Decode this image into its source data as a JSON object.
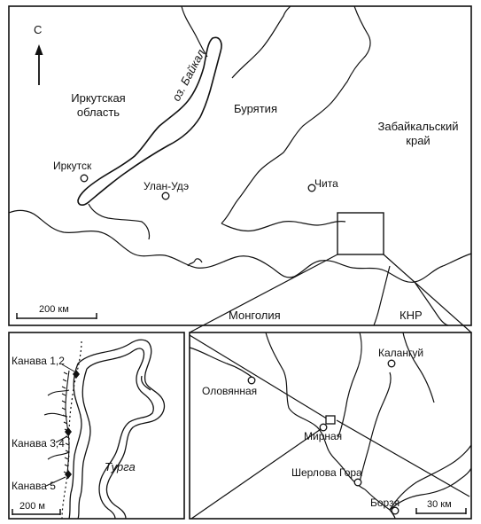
{
  "north": {
    "label": "С"
  },
  "main_map": {
    "regions": {
      "irkutsk_line1": "Иркутская",
      "irkutsk_line2": "область",
      "buryatia": "Бурятия",
      "zabaikal_line1": "Забайкальский",
      "zabaikal_line2": "край",
      "mongolia": "Монголия",
      "china": "КНР"
    },
    "lake": "оз. Байкал",
    "cities": {
      "irkutsk": "Иркутск",
      "ulan_ude": "Улан-Удэ",
      "chita": "Чита"
    },
    "scale": "200 км"
  },
  "detail_map": {
    "places": {
      "kalanguy": "Калангуй",
      "olovyannaya": "Оловянная",
      "mirnaya": "Мирная",
      "sherlova_gora": "Шерлова Гора",
      "borzya": "Борзя"
    },
    "scale": "30 км"
  },
  "trench_map": {
    "trench_1_2": "Канава 1,2",
    "trench_3_4": "Канава 3,4",
    "trench_5": "Канава 5",
    "river": "Турга",
    "scale": "200 м"
  },
  "colors": {
    "line": "#111111",
    "background": "#ffffff"
  }
}
